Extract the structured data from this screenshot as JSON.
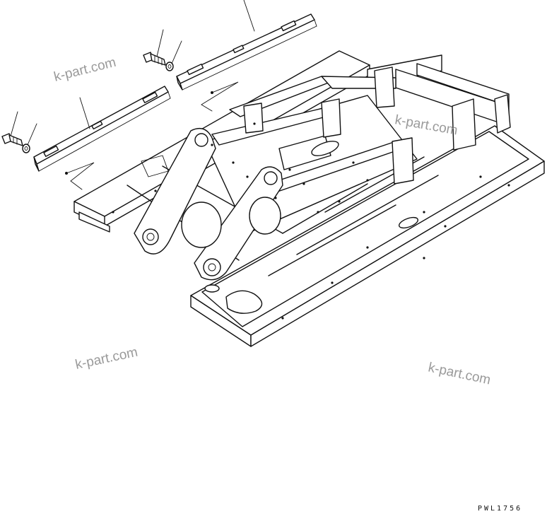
{
  "watermarks": [
    "k-part.com",
    "k-part.com",
    "k-part.com",
    "k-part.com"
  ],
  "drawing_code": "PWL1756",
  "parts": {
    "main_frame": "main-frame",
    "upper_cover": "upper-cover-plate",
    "lower_cover": "lower-cover-plate",
    "bolt_upper": "bolt",
    "washer_upper": "washer",
    "bolt_lower": "bolt",
    "washer_lower": "washer"
  }
}
